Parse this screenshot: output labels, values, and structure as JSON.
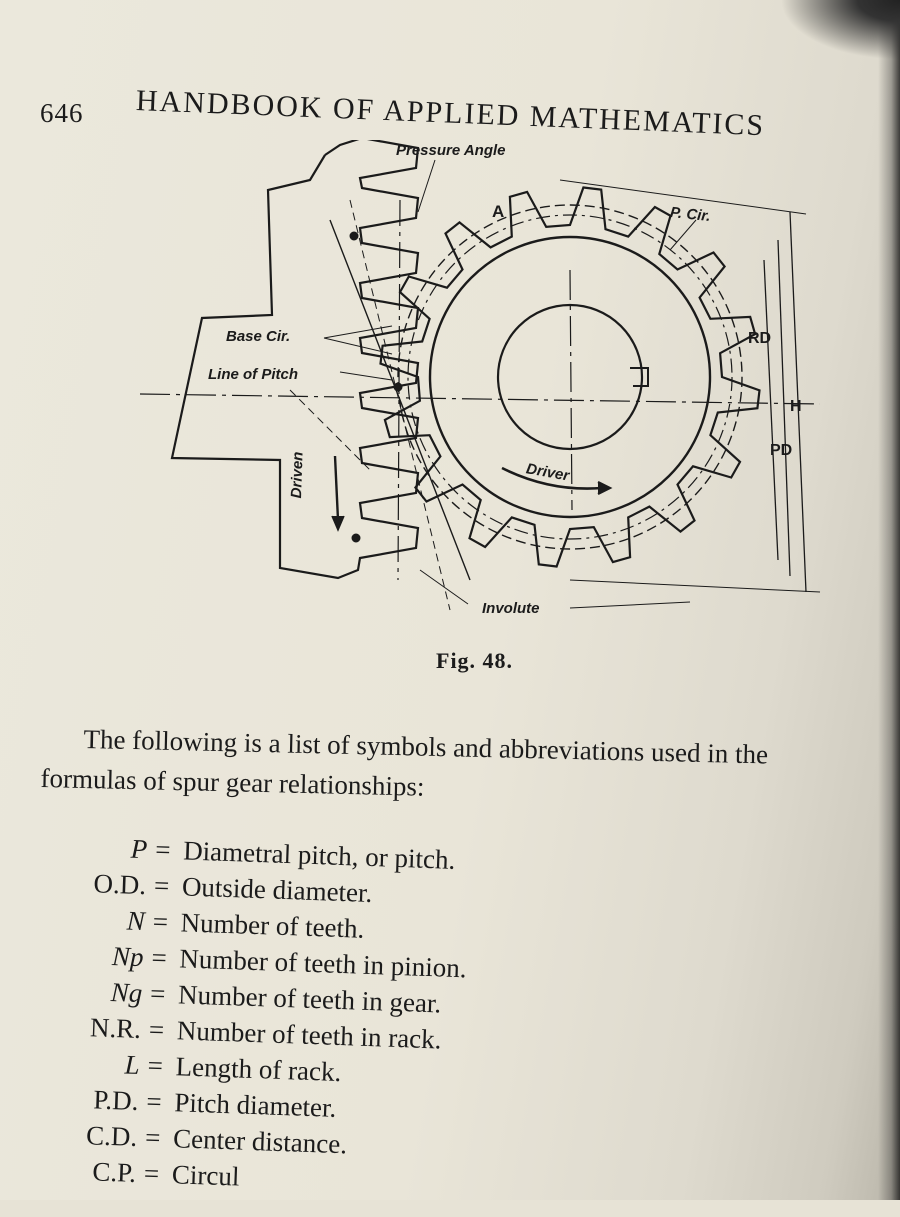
{
  "header": {
    "page_number": "646",
    "running_title": "HANDBOOK OF APPLIED MATHEMATICS"
  },
  "figure": {
    "labels": {
      "pressure_angle": "Pressure Angle",
      "a": "A",
      "p_cir": "P. Cir.",
      "rd": "RD",
      "h": "H",
      "pd": "PD",
      "base_cir": "Base Cir.",
      "line_of_pitch": "Line of Pitch",
      "driven": "Driven",
      "driver": "Driver",
      "involute": "Involute"
    },
    "caption": "Fig. 48."
  },
  "body": {
    "intro_line1": "The following is a list of symbols and abbreviations used in the",
    "intro_line2": "formulas of spur gear relationships:",
    "symbols": [
      {
        "symbol": "P",
        "italic": true,
        "definition": "Diametral pitch, or pitch."
      },
      {
        "symbol": "O.D.",
        "italic": false,
        "definition": "Outside diameter."
      },
      {
        "symbol": "N",
        "italic": true,
        "definition": "Number of teeth."
      },
      {
        "symbol": "Np",
        "italic": true,
        "definition": "Number of teeth in pinion."
      },
      {
        "symbol": "Ng",
        "italic": true,
        "definition": "Number of teeth in gear."
      },
      {
        "symbol": "N.R.",
        "italic": false,
        "definition": "Number of teeth in rack."
      },
      {
        "symbol": "L",
        "italic": true,
        "definition": "Length of rack."
      },
      {
        "symbol": "P.D.",
        "italic": false,
        "definition": "Pitch diameter."
      },
      {
        "symbol": "C.D.",
        "italic": false,
        "definition": "Center distance."
      },
      {
        "symbol": "C.P.",
        "italic": false,
        "definition": "Circul"
      }
    ],
    "equals_sign": "="
  }
}
